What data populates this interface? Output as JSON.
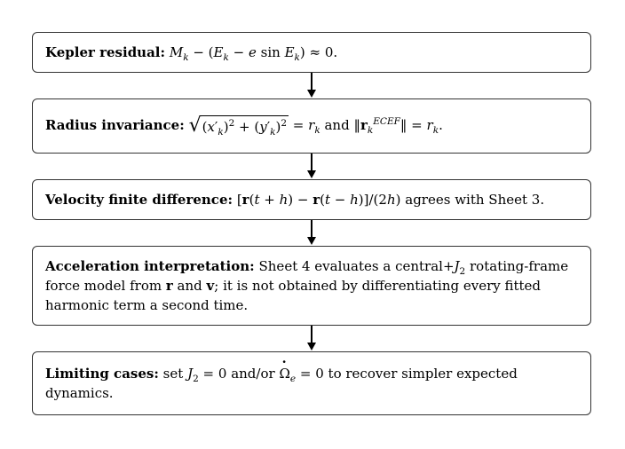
{
  "steps": [
    {
      "title": "Kepler residual:",
      "math": "M_k − (E_k − e sin E_k) ≈ 0."
    },
    {
      "title": "Radius invariance:",
      "math": "√((x′_k)² + (y′_k)²) = r_k",
      "connector": "and",
      "math2": "‖r_k^ECEF‖ = r_k."
    },
    {
      "title": "Velocity finite difference:",
      "math": "[r(t + h) − r(t − h)]/(2h)",
      "text": "agrees with Sheet 3."
    },
    {
      "title": "Acceleration interpretation:",
      "text_a": "Sheet 4 evaluates a central+",
      "text_b": "rotating-frame force model from",
      "text_c": "and",
      "text_d": "; it is not obtained by differentiating every fitted harmonic term a second time."
    },
    {
      "title": "Limiting cases:",
      "text_a": "set",
      "text_b": "and/or",
      "text_c": "to recover simpler expected dynamics."
    }
  ]
}
